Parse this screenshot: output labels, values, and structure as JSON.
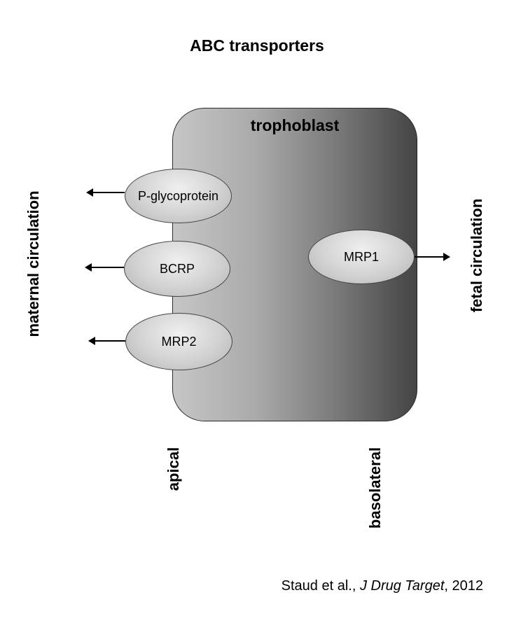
{
  "title": "ABC transporters",
  "cell_label": "trophoblast",
  "side_labels": {
    "maternal": "maternal circulation",
    "fetal": "fetal circulation",
    "apical": "apical",
    "basolateral": "basolateral"
  },
  "transporters": [
    {
      "name": "P-glycoprotein",
      "side": "apical",
      "direction": "maternal"
    },
    {
      "name": "BCRP",
      "side": "apical",
      "direction": "maternal"
    },
    {
      "name": "MRP2",
      "side": "apical",
      "direction": "maternal"
    },
    {
      "name": "MRP1",
      "side": "basolateral",
      "direction": "fetal"
    }
  ],
  "citation": {
    "authors": "Staud et al., ",
    "journal": "J Drug Target",
    "year": ", 2012"
  }
}
